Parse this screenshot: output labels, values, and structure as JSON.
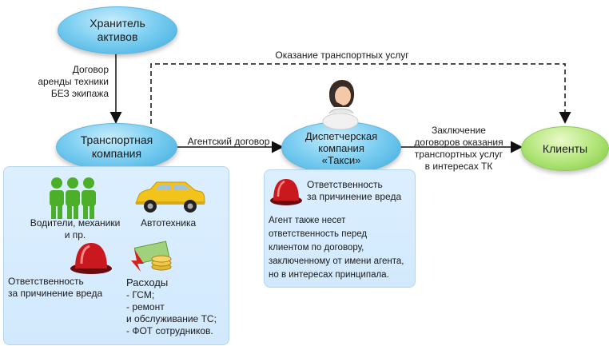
{
  "nodes": {
    "asset_holder": "Хранитель\nактивов",
    "transport_company": "Транспортная\nкомпания",
    "dispatch_company": "Диспетчерская\nкомпания\n«Такси»",
    "clients": "Клиенты"
  },
  "edges": {
    "lease_contract": "Договор\nаренды техники\nБЕЗ экипажа",
    "agent_contract": "Агентский договор",
    "transport_services": "Оказание транспортных услуг",
    "contracts_conclusion": "Заключение\nдоговоров оказания\nтранспортных услуг\nв интересах ТК"
  },
  "left_panel": {
    "drivers": "Водители, механики\nи пр.",
    "vehicles": "Автотехника",
    "liability": "Ответственность\nза причинение вреда",
    "expenses_title": "Расходы",
    "expenses_items": "-  ГСМ;\n-  ремонт\nи обслуживание ТС;\n-  ФОТ сотрудников."
  },
  "right_panel": {
    "liability": "Ответственность\nза причинение вреда",
    "note": "Агент также несет\nответственность перед\nклиентом по договору,\nзаключенному от имени агента,\nно в интересах принципала."
  },
  "icons": {
    "people": "people-icon",
    "taxi": "taxi-car-icon",
    "siren_left": "siren-icon",
    "siren_right": "siren-icon",
    "money": "money-down-icon",
    "operator": "operator-headset-icon"
  },
  "colors": {
    "ellipse_blue": "#7fd0f2",
    "ellipse_green": "#b4e67c",
    "panel_bg": "#dcefff",
    "people_green": "#4caf2a",
    "siren_red": "#c9191f",
    "taxi_yellow": "#f2c31a"
  }
}
